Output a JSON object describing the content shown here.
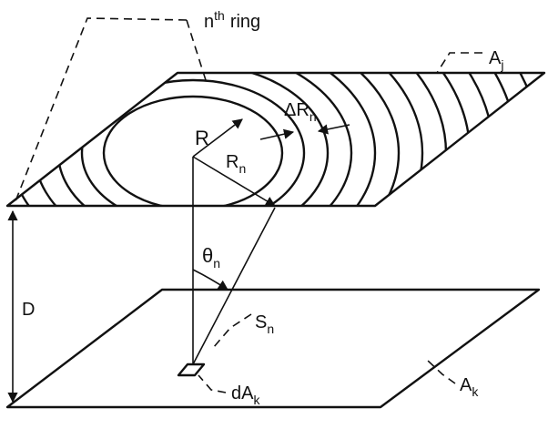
{
  "labels": {
    "ring": {
      "n": "n",
      "th": "th",
      "word": "ring"
    },
    "Aj": {
      "base": "A",
      "sub": "j"
    },
    "deltaRn": {
      "base": "ΔR",
      "sub": "n"
    },
    "R": "R",
    "Rn": {
      "base": "R",
      "sub": "n"
    },
    "theta": {
      "base": "θ",
      "sub": "n"
    },
    "D": "D",
    "Sn": {
      "base": "S",
      "sub": "n"
    },
    "dAk": {
      "base": "dA",
      "sub": "k"
    },
    "Ak": {
      "base": "A",
      "sub": "k"
    }
  },
  "colors": {
    "ink": "#111111",
    "background": "#ffffff"
  }
}
